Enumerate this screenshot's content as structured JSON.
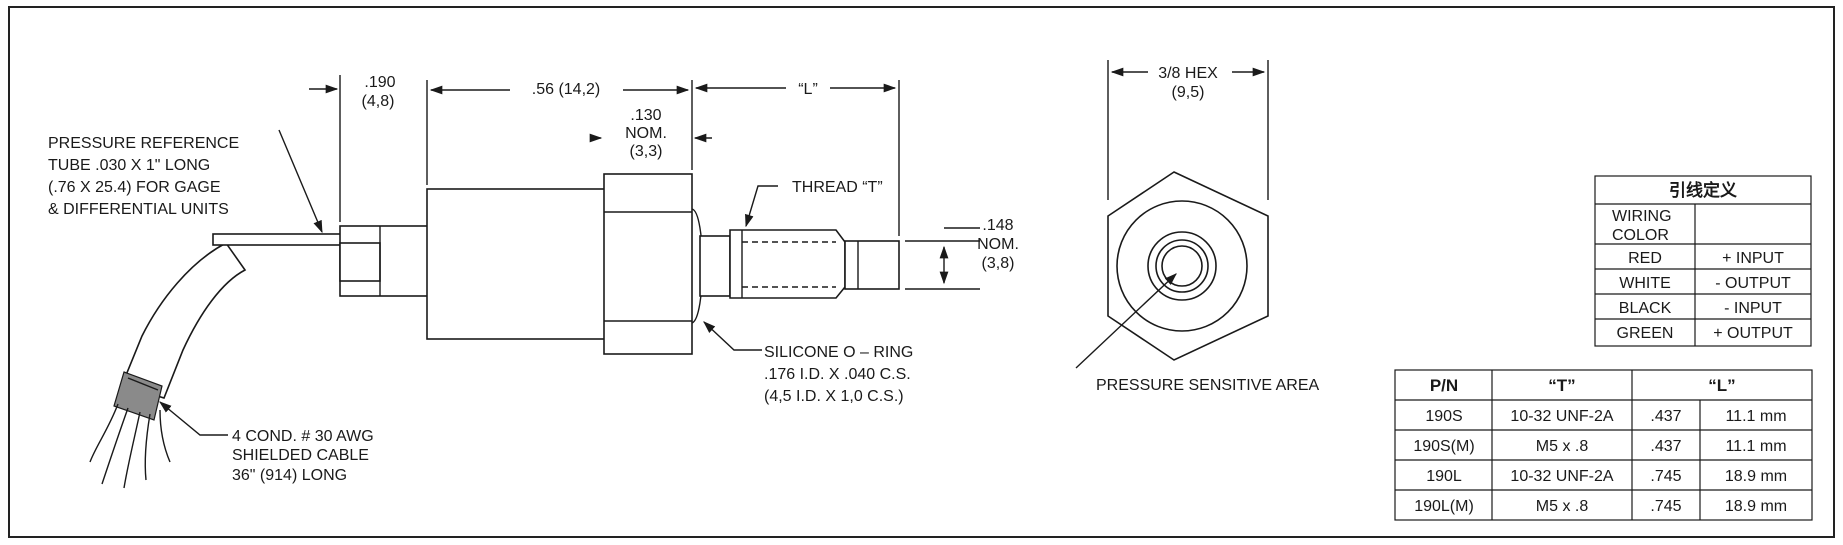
{
  "dimensions": {
    "d190": [
      ".190",
      "(4,8)"
    ],
    "d056": ".56 (14,2)",
    "dL": "“L”",
    "d130": [
      ".130",
      "NOM.",
      "(3,3)"
    ],
    "d148": [
      ".148",
      "NOM.",
      "(3,8)"
    ],
    "hex": [
      "3/8 HEX",
      "(9,5)"
    ]
  },
  "callouts": {
    "reference_tube": [
      "PRESSURE REFERENCE",
      "TUBE .030 X 1\" LONG",
      "(.76 X 25.4) FOR GAGE",
      "& DIFFERENTIAL UNITS"
    ],
    "thread": "THREAD “T”",
    "oring": [
      "SILICONE O –  RING",
      ".176 I.D. X .040  C.S.",
      "(4,5 I.D. X 1,0 C.S.)"
    ],
    "cable": [
      "4 COND. # 30 AWG",
      "SHIELDED CABLE",
      "36\" (914) LONG"
    ],
    "sensitive_area": "PRESSURE SENSITIVE AREA"
  },
  "wiring_table": {
    "title": "引线定义",
    "header": [
      "WIRING",
      "COLOR"
    ],
    "rows": [
      {
        "color": "RED",
        "function": "+ INPUT"
      },
      {
        "color": "WHITE",
        "function": "- OUTPUT"
      },
      {
        "color": "BLACK",
        "function": "- INPUT"
      },
      {
        "color": "GREEN",
        "function": "+ OUTPUT"
      }
    ]
  },
  "part_table": {
    "headers": [
      "P/N",
      "“T”",
      "“L”"
    ],
    "rows": [
      {
        "pn": "190S",
        "t": "10-32 UNF-2A",
        "l_in": ".437",
        "l_mm": "11.1 mm"
      },
      {
        "pn": "190S(M)",
        "t": "M5 x .8",
        "l_in": ".437",
        "l_mm": "11.1 mm"
      },
      {
        "pn": "190L",
        "t": "10-32 UNF-2A",
        "l_in": ".745",
        "l_mm": "18.9 mm"
      },
      {
        "pn": "190L(M)",
        "t": "M5 x .8",
        "l_in": ".745",
        "l_mm": "18.9 mm"
      }
    ]
  }
}
